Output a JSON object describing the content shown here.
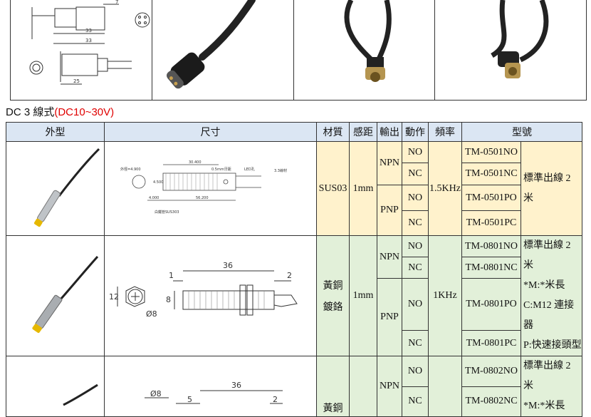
{
  "top_drawing": {
    "dims": [
      "7",
      "33",
      "33",
      "25"
    ]
  },
  "section": {
    "title": "DC 3 線式",
    "voltage": "(DC10~30V)"
  },
  "table": {
    "headers": [
      "外型",
      "尺寸",
      "材質",
      "感距",
      "輸出",
      "動作",
      "頻率",
      "型號"
    ],
    "rows": [
      {
        "material": "SUS03",
        "distance": "1mm",
        "frequency": "1.5KHz",
        "outputs": [
          {
            "type": "NPN",
            "actions": [
              "NO",
              "NC"
            ]
          },
          {
            "type": "PNP",
            "actions": [
              "NO",
              "NC"
            ]
          }
        ],
        "models": [
          "TM-0501NO",
          "TM-0501NC",
          "TM-0501PO",
          "TM-0501PC"
        ],
        "notes": [
          "標準出線 2 米"
        ],
        "drawing": {
          "labels": [
            "外徑=4.900",
            "4.500",
            "30.400",
            "0.5mm牙距",
            "LED孔",
            "3.3線材",
            "4.000",
            "56.200",
            "白鐵管SUS303"
          ]
        }
      },
      {
        "material": [
          "黃銅",
          "鍍鉻"
        ],
        "distance": "1mm",
        "frequency": "1KHz",
        "outputs": [
          {
            "type": "NPN",
            "actions": [
              "NO",
              "NC"
            ]
          },
          {
            "type": "PNP",
            "actions": [
              "NO",
              "NC"
            ]
          }
        ],
        "models": [
          "TM-0801NO",
          "TM-0801NC",
          "TM-0801PO",
          "TM-0801PC"
        ],
        "notes": [
          "標準出線 2 米",
          "*M:*米長",
          "C:M12 連接器",
          "P:快速接頭型"
        ],
        "drawing": {
          "labels": [
            "36",
            "1",
            "2",
            "12",
            "8",
            "Ø8"
          ]
        }
      },
      {
        "material": [
          "黃銅"
        ],
        "outputs": [
          {
            "type": "NPN",
            "actions": [
              "NO",
              "NC"
            ]
          }
        ],
        "models": [
          "TM-0802NO",
          "TM-0802NC"
        ],
        "notes": [
          "標準出線 2 米",
          "*M:*米長"
        ],
        "drawing": {
          "labels": [
            "Ø8",
            "36",
            "5",
            "2"
          ]
        }
      }
    ]
  }
}
